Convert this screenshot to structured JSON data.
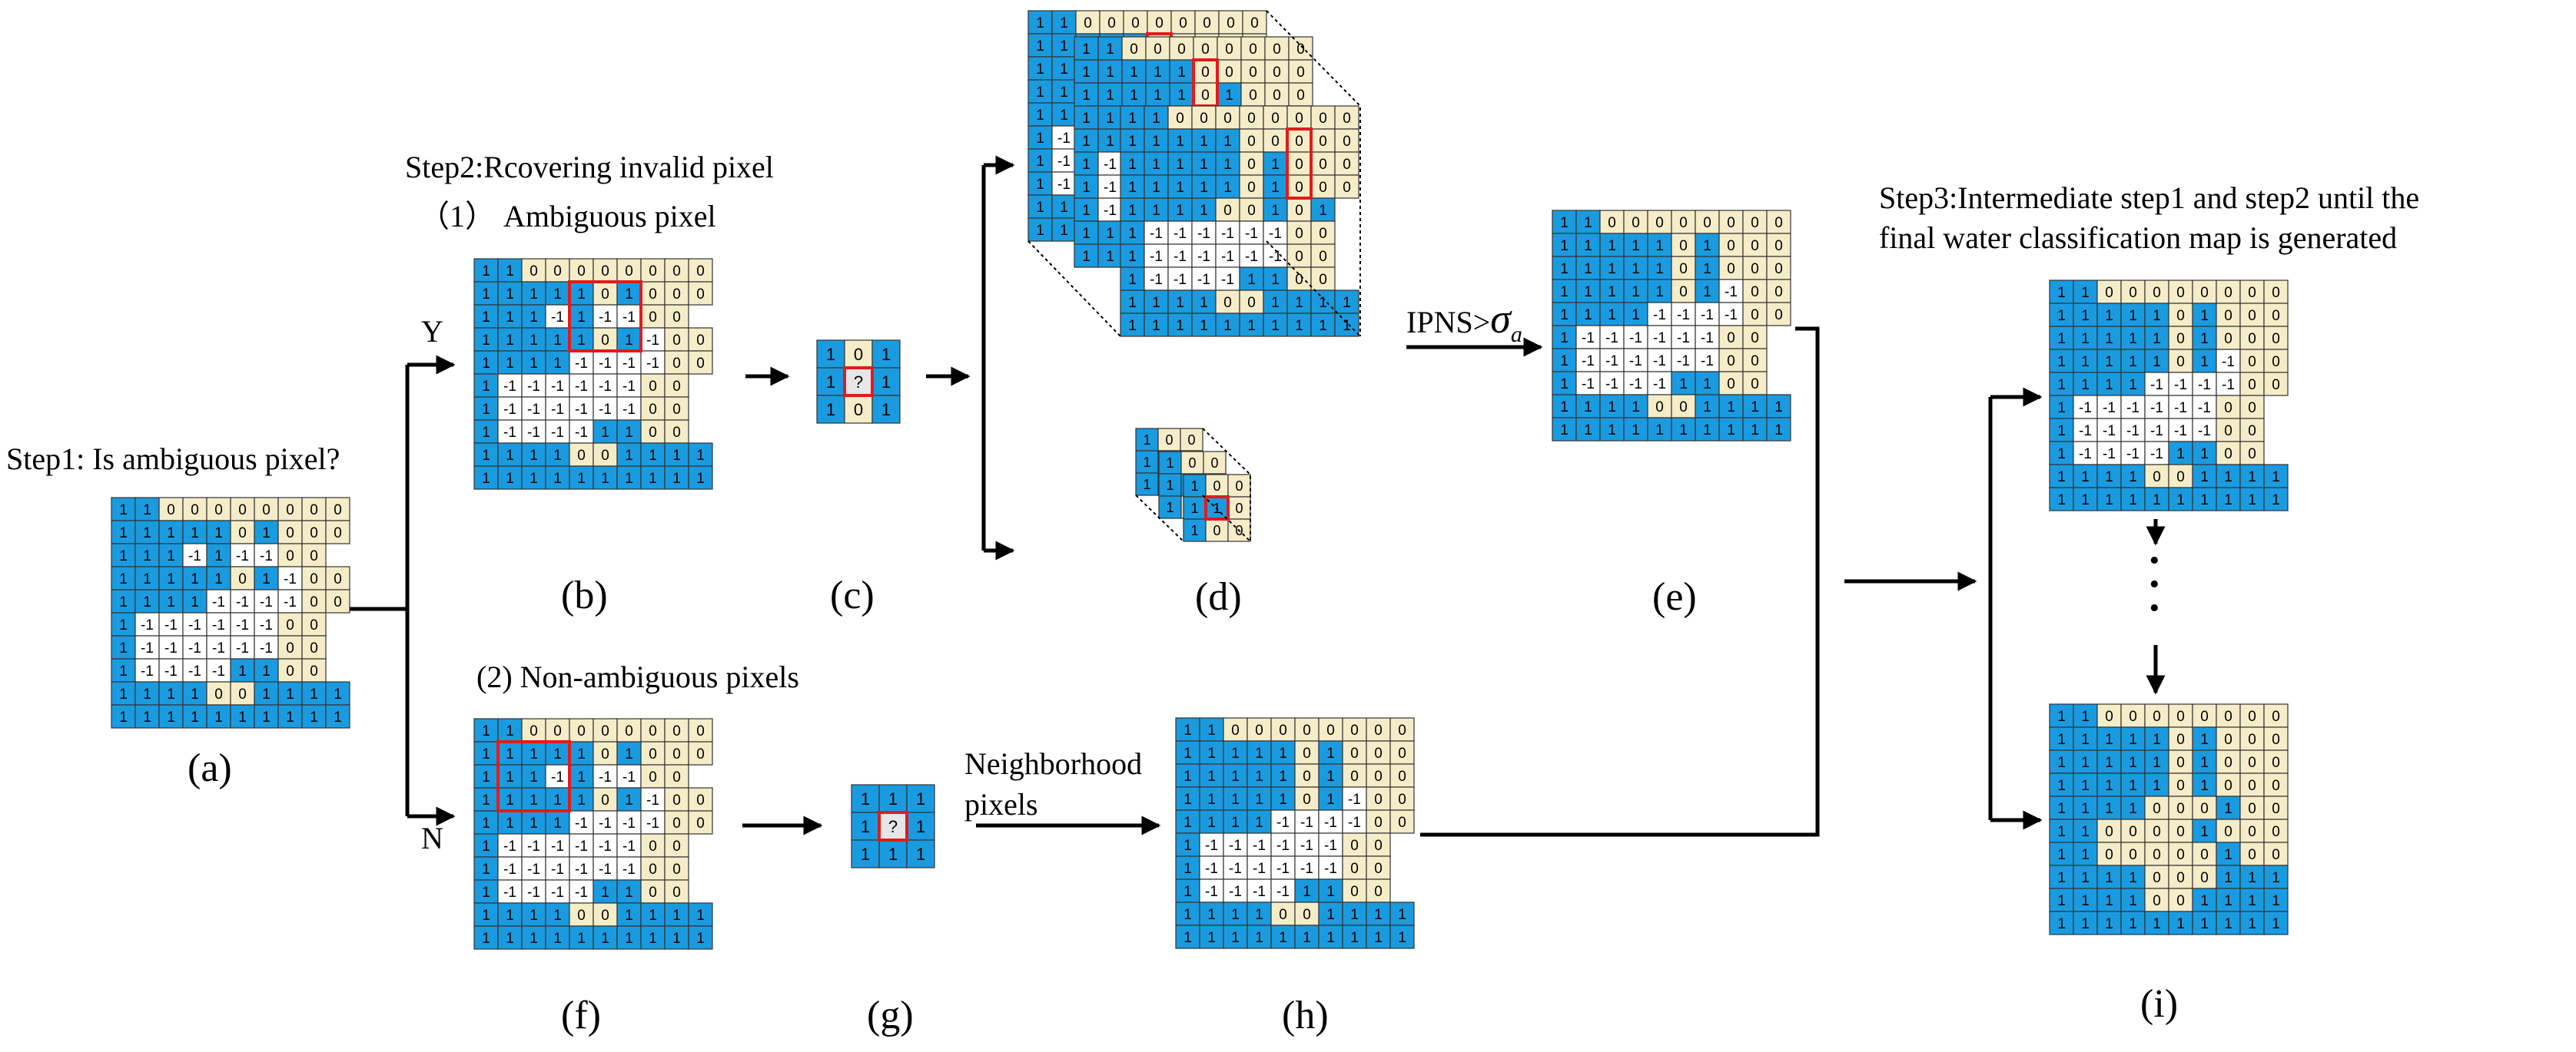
{
  "labels": {
    "step1": "Step1: Is ambiguous pixel?",
    "step2": "Step2:Rcovering invalid  pixel",
    "ambiguous": "（1）  Ambiguous pixel",
    "nonambiguous": "(2) Non-ambiguous pixels",
    "yes": "Y",
    "no": "N",
    "neighborhood_l1": "Neighborhood",
    "neighborhood_l2": "pixels",
    "ipns": "IPNS>",
    "sigma": "σ",
    "sigma_sub": "a",
    "step3_l1": "Step3:Intermediate step1 and step2 until the",
    "step3_l2": "final water classification map is generated",
    "vdots": "·\n·\n·",
    "captions": {
      "a": "(a)",
      "b": "(b)",
      "c": "(c)",
      "d": "(d)",
      "e": "(e)",
      "f": "(f)",
      "g": "(g)",
      "h": "(h)",
      "i": "(i)"
    }
  },
  "colors": {
    "water": "#1a9be0",
    "land": "#f5ecc8",
    "invalid": "#ffffff",
    "unknown": "#e6e6e6",
    "highlight": "#e21b1b",
    "grid": "#333333"
  },
  "grids": {
    "a": [
      "1100000000",
      "1111101000",
      "111-11-1-100",
      "1111101-100",
      "1111-1-1-1-100",
      "1-1-1-1-1-1-100",
      "1-1-1-1-1-1-100",
      "1-1-1-1-11100",
      "1111001111",
      "1111111111"
    ],
    "b": [
      "1100000000",
      "1111101000",
      "111-11-1-100",
      "1111101-100",
      "1111-1-1-1-100",
      "1-1-1-1-1-1-100",
      "1-1-1-1-1-1-100",
      "1-1-1-1-11100",
      "1111001111",
      "1111111111"
    ],
    "c": [
      "101",
      "1?1",
      "101"
    ],
    "d_front": [
      "1100000000",
      "1111100000",
      "1111101000",
      "1111101000",
      "111100101",
      "1-1-1-1-1-1-100",
      "1-1-1-1-1-1-100",
      "1-1-1-1-11100",
      "1111001111",
      "1111111111"
    ],
    "d_small": [
      "100",
      "110",
      "100"
    ],
    "e": [
      "1100000000",
      "1111101000",
      "1111101000",
      "1111101-100",
      "1111-1-1-1-100",
      "1-1-1-1-1-1-100",
      "1-1-1-1-1-1-100",
      "1-1-1-1-11100",
      "1111001111",
      "1111111111"
    ],
    "f": [
      "1100000000",
      "1111101000",
      "111-11-1-100",
      "1111101-100",
      "1111-1-1-1-100",
      "1-1-1-1-1-1-100",
      "1-1-1-1-1-1-100",
      "1-1-1-1-11100",
      "1111001111",
      "1111111111"
    ],
    "g": [
      "111",
      "1?1",
      "111"
    ],
    "h": [
      "1100000000",
      "1111101000",
      "1111101000",
      "1111101-100",
      "1111-1-1-1-100",
      "1-1-1-1-1-1-100",
      "1-1-1-1-1-1-100",
      "1-1-1-1-11100",
      "1111001111",
      "1111111111"
    ],
    "i_top": [
      "1100000000",
      "1111101000",
      "1111101000",
      "1111101-100",
      "1111-1-1-1-100",
      "1-1-1-1-1-1-100",
      "1-1-1-1-1-1-100",
      "1-1-1-1-11100",
      "1111001111",
      "1111111111"
    ],
    "i_bottom": [
      "1100000000",
      "1111101000",
      "1111101000",
      "1111101000",
      "1111000100",
      "1100001000",
      "1100000100",
      "1111000111",
      "1111001111",
      "1111111111"
    ]
  }
}
